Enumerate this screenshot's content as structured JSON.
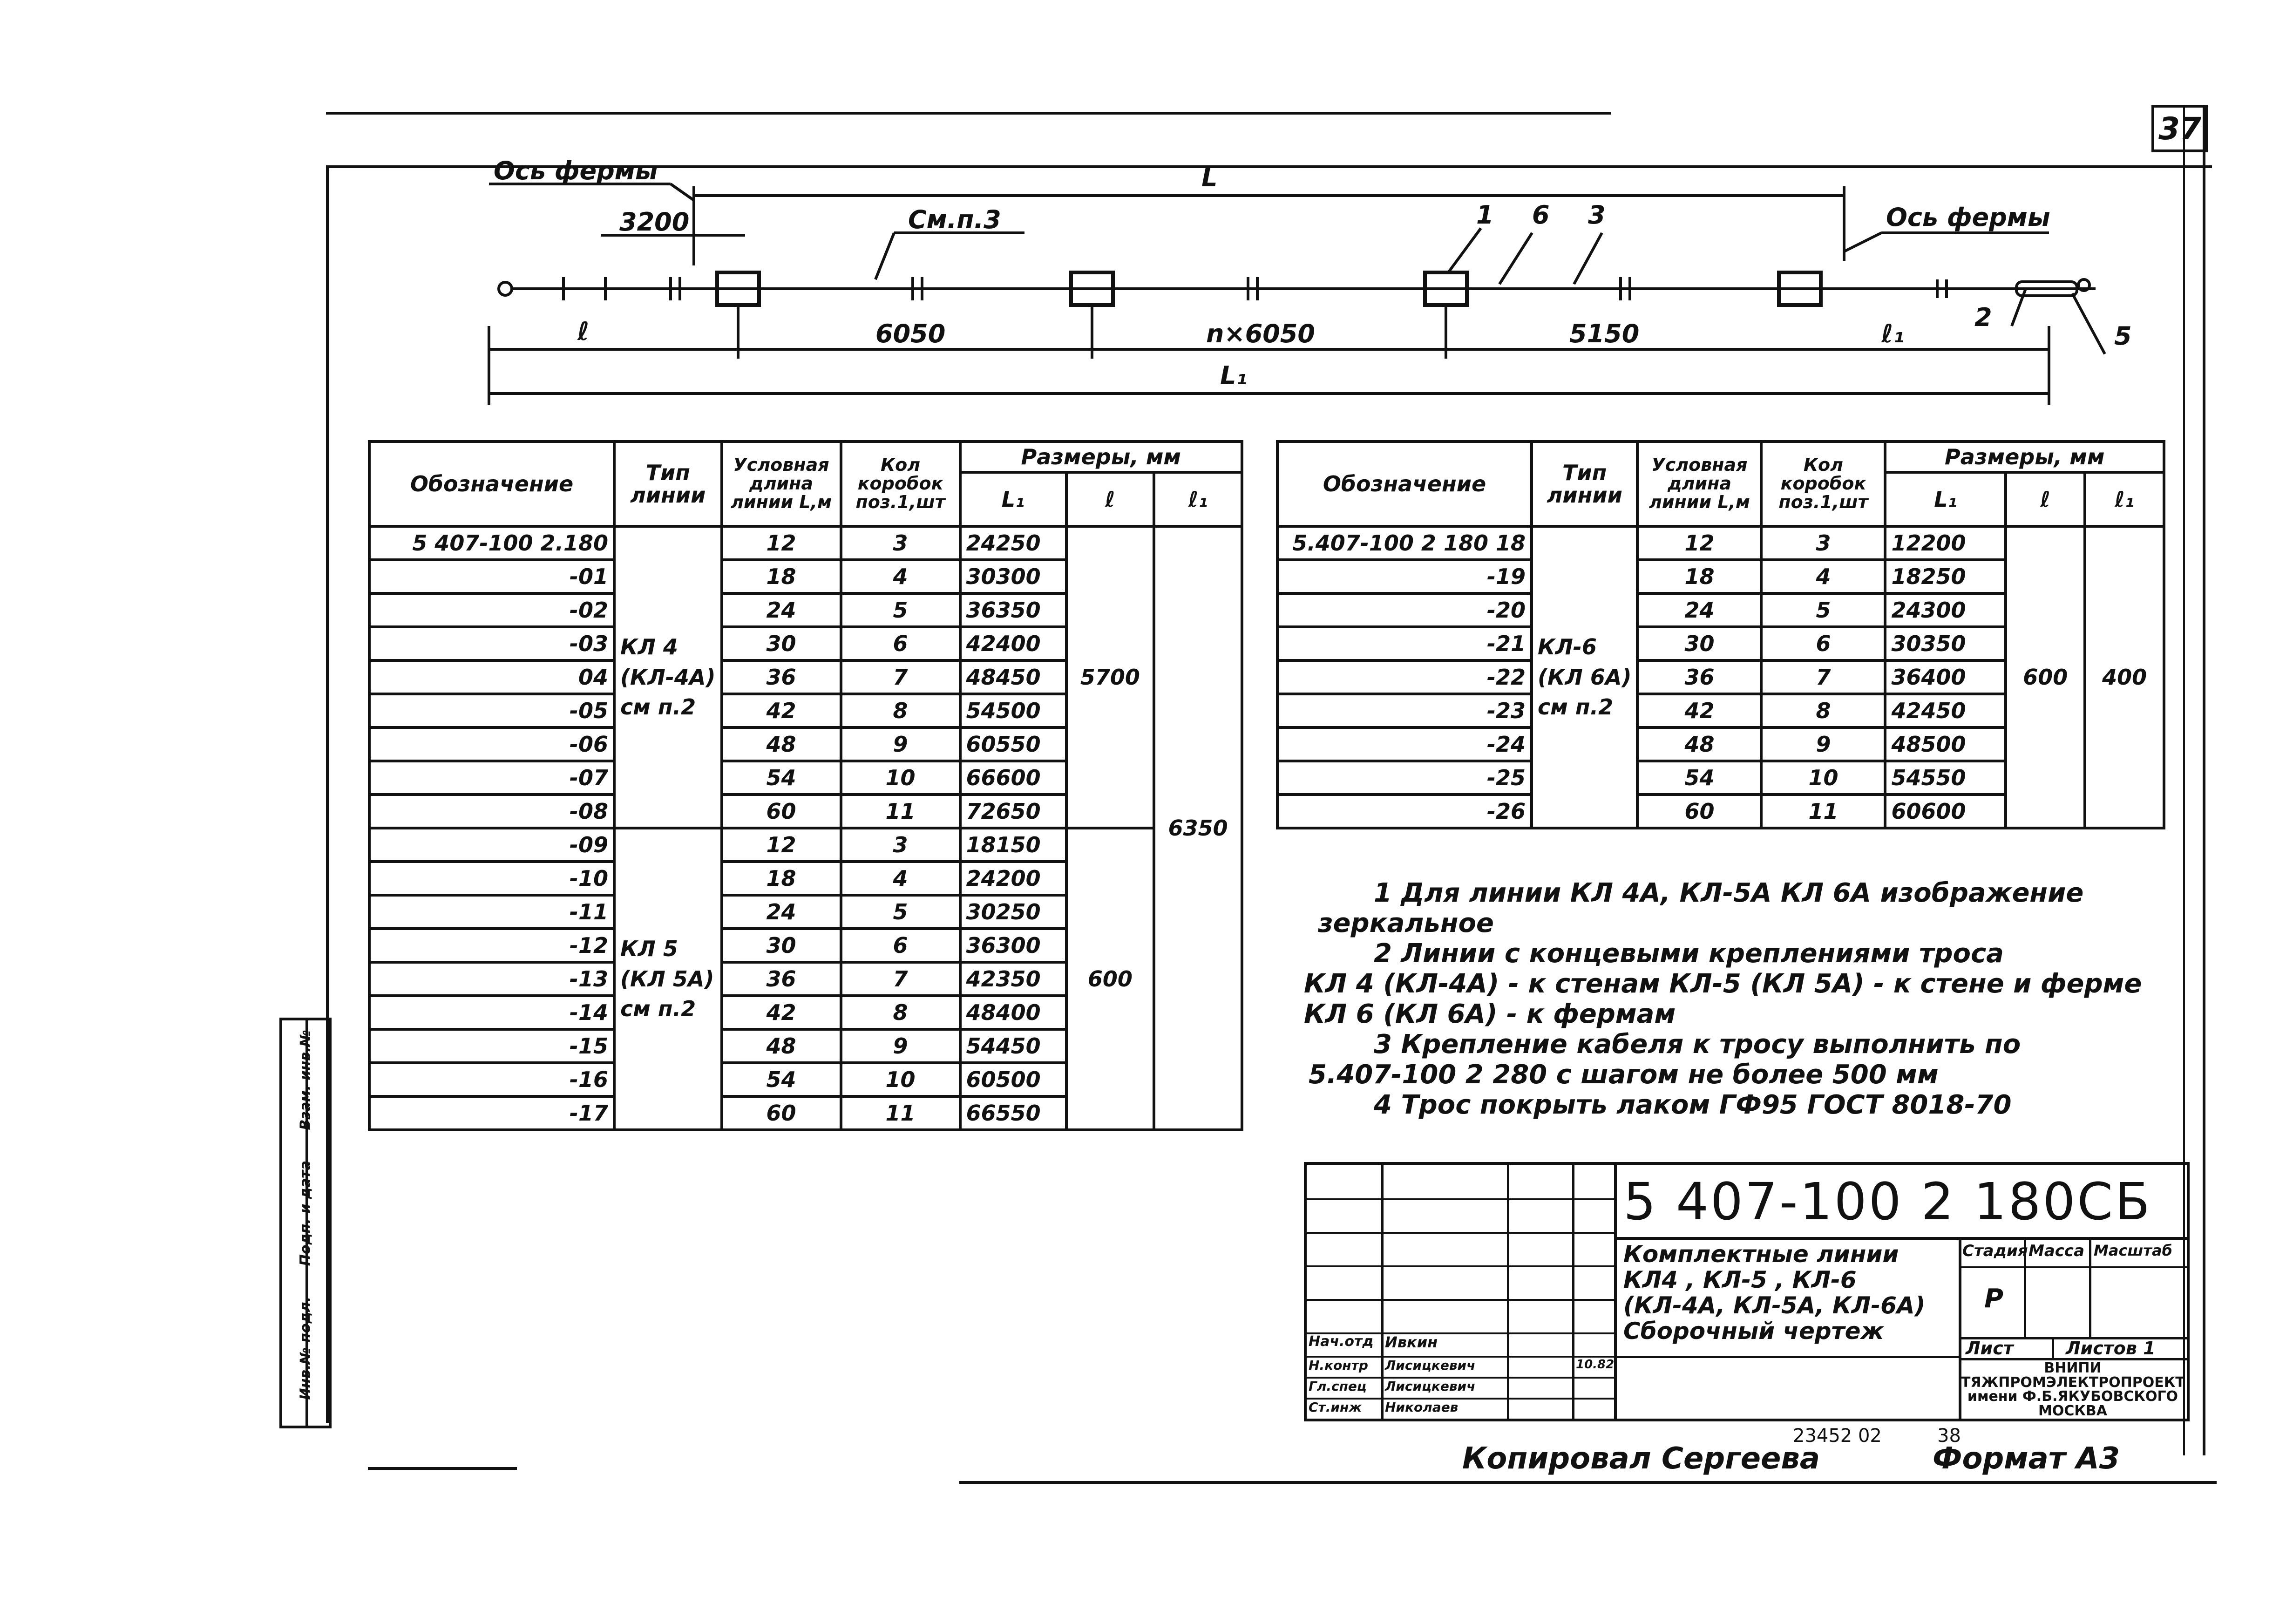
{
  "sheet_number": "37",
  "drawing": {
    "axis_left": "Ось фермы",
    "axis_right": "Ось фермы",
    "dim_L": "L",
    "dim_3200": "3200",
    "see_note": "См.п.3",
    "callout_1": "1",
    "callout_6": "6",
    "callout_3": "3",
    "callout_2": "2",
    "callout_5": "5",
    "dim_l": "ℓ",
    "dim_6050": "6050",
    "dim_n6050": "n×6050",
    "dim_5150": "5150",
    "dim_l1": "ℓ₁",
    "dim_L1": "L₁"
  },
  "table_left": {
    "headers": {
      "designation": "Обозначение",
      "type": "Тип линии",
      "length": "Условная длина линии L,м",
      "boxes": "Кол коробок поз.1,шт",
      "sizes": "Размеры, мм",
      "L1": "L₁",
      "l": "ℓ",
      "l1": "ℓ₁"
    },
    "rows": [
      {
        "code": "5 407-100 2.180",
        "len": "12",
        "qty": "3",
        "L1": "24250"
      },
      {
        "code": "-01",
        "len": "18",
        "qty": "4",
        "L1": "30300"
      },
      {
        "code": "-02",
        "len": "24",
        "qty": "5",
        "L1": "36350"
      },
      {
        "code": "-03",
        "len": "30",
        "qty": "6",
        "L1": "42400"
      },
      {
        "code": "04",
        "len": "36",
        "qty": "7",
        "L1": "48450"
      },
      {
        "code": "-05",
        "len": "42",
        "qty": "8",
        "L1": "54500"
      },
      {
        "code": "-06",
        "len": "48",
        "qty": "9",
        "L1": "60550"
      },
      {
        "code": "-07",
        "len": "54",
        "qty": "10",
        "L1": "66600"
      },
      {
        "code": "-08",
        "len": "60",
        "qty": "11",
        "L1": "72650"
      },
      {
        "code": "-09",
        "len": "12",
        "qty": "3",
        "L1": "18150"
      },
      {
        "code": "-10",
        "len": "18",
        "qty": "4",
        "L1": "24200"
      },
      {
        "code": "-11",
        "len": "24",
        "qty": "5",
        "L1": "30250"
      },
      {
        "code": "-12",
        "len": "30",
        "qty": "6",
        "L1": "36300"
      },
      {
        "code": "-13",
        "len": "36",
        "qty": "7",
        "L1": "42350"
      },
      {
        "code": "-14",
        "len": "42",
        "qty": "8",
        "L1": "48400"
      },
      {
        "code": "-15",
        "len": "48",
        "qty": "9",
        "L1": "54450"
      },
      {
        "code": "-16",
        "len": "54",
        "qty": "10",
        "L1": "60500"
      },
      {
        "code": "-17",
        "len": "60",
        "qty": "11",
        "L1": "66550"
      }
    ],
    "type_group1": [
      "КЛ 4",
      "(КЛ-4А)",
      "см п.2"
    ],
    "type_group2": [
      "КЛ 5",
      "(КЛ 5А)",
      "см п.2"
    ],
    "l_group1": "5700",
    "l_group2": "600",
    "l1_all": "6350"
  },
  "table_right": {
    "headers": {
      "designation": "Обозначение",
      "type": "Тип линии",
      "length": "Условная длина линии L,м",
      "boxes": "Кол коробок поз.1,шт",
      "sizes": "Размеры, мм",
      "L1": "L₁",
      "l": "ℓ",
      "l1": "ℓ₁"
    },
    "rows": [
      {
        "code": "5.407-100 2 180 18",
        "len": "12",
        "qty": "3",
        "L1": "12200"
      },
      {
        "code": "-19",
        "len": "18",
        "qty": "4",
        "L1": "18250"
      },
      {
        "code": "-20",
        "len": "24",
        "qty": "5",
        "L1": "24300"
      },
      {
        "code": "-21",
        "len": "30",
        "qty": "6",
        "L1": "30350"
      },
      {
        "code": "-22",
        "len": "36",
        "qty": "7",
        "L1": "36400"
      },
      {
        "code": "-23",
        "len": "42",
        "qty": "8",
        "L1": "42450"
      },
      {
        "code": "-24",
        "len": "48",
        "qty": "9",
        "L1": "48500"
      },
      {
        "code": "-25",
        "len": "54",
        "qty": "10",
        "L1": "54550"
      },
      {
        "code": "-26",
        "len": "60",
        "qty": "11",
        "L1": "60600"
      }
    ],
    "type_group": [
      "КЛ-6",
      "(КЛ 6А)",
      "см п.2"
    ],
    "l_value": "600",
    "l1_value": "400"
  },
  "notes": [
    "1 Для линии КЛ 4А, КЛ-5А КЛ 6А изображение",
    "зеркальное",
    "2 Линии с концевыми креплениями троса",
    "КЛ 4 (КЛ-4А) - к стенам  КЛ-5 (КЛ 5А) - к стене и ферме",
    "КЛ 6 (КЛ 6А) - к фермам",
    "3 Крепление кабеля к тросу выполнить по",
    "5.407-100 2 280  с шагом не более 500 мм",
    "4 Трос покрыть лаком ГФ95 ГОСТ 8018-70"
  ],
  "title_block": {
    "doc_code": "5 407-100 2 180СБ",
    "title": [
      "Комплектные линии",
      "КЛ4 , КЛ-5 , КЛ-6",
      "(КЛ-4А, КЛ-5А, КЛ-6А)",
      "Сборочный чертеж"
    ],
    "stage_label": "Стадия",
    "mass_label": "Масса",
    "scale_label": "Масштаб",
    "stage_value": "Р",
    "sheet_label": "Лист",
    "sheets_label": "Листов 1",
    "org": [
      "ВНИПИ",
      "ТЯЖПРОМЭЛЕКТРОПРОЕКТ",
      "имени Ф.Б.ЯКУБОВСКОГО",
      "МОСКВА"
    ],
    "signatures": [
      {
        "role": "Нач.отд",
        "name": "Ивкин"
      },
      {
        "role": "Н.контр",
        "name": "Лисицкевич"
      },
      {
        "role": "Гл.спец",
        "name": "Лисицкевич"
      },
      {
        "role": "Ст.инж",
        "name": "Николаев"
      }
    ],
    "date_mark": "10.82"
  },
  "footer": {
    "archive_no": "23452 02",
    "page_ref": "38",
    "copied_by": "Копировал  Сергеева",
    "format": "Формат А3"
  },
  "side_stamp": [
    "Инв.№ подл.",
    "Подп. и дата",
    "Взам. инв.№"
  ]
}
